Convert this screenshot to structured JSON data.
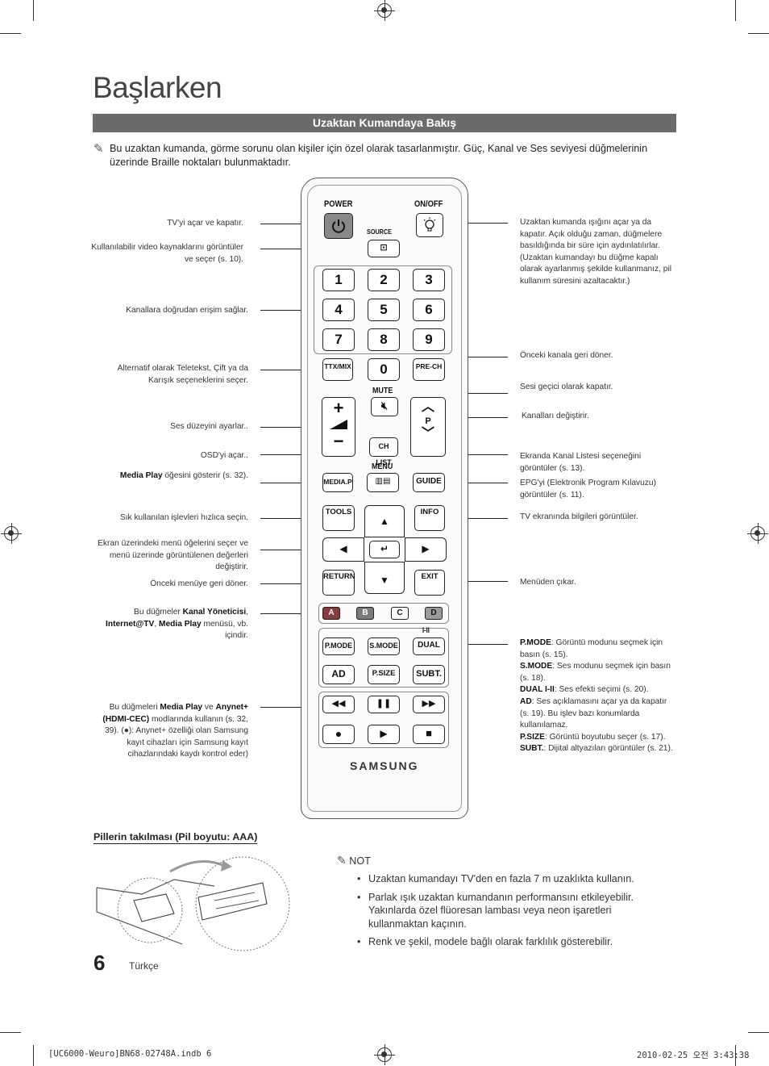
{
  "page_title": "Başlarken",
  "section_title": "Uzaktan Kumandaya Bakış",
  "intro": "Bu uzaktan kumanda, görme sorunu olan kişiler için özel olarak tasarlanmıştır. Güç, Kanal ve Ses seviyesi düğmelerinin üzerinde Braille noktaları bulunmaktadır.",
  "left_labels": {
    "power": "TV'yi açar ve kapatır.",
    "source": "Kullanılabilir video kaynaklarını görüntüler ve seçer (s. 10).",
    "numbers": "Kanallara doğrudan erişim sağlar.",
    "ttx": "Alternatif olarak Teletekst, Çift ya da Karışık seçeneklerini seçer.",
    "volume": "Ses düzeyini ayarlar..",
    "menu": "OSD'yi açar..",
    "mediap_bold": "Media Play",
    "mediap_rest": " öğesini gösterir (s. 32).",
    "tools": "Sık kullanılan işlevleri hızlıca seçin.",
    "nav": "Ekran üzerindeki menü öğelerini seçer ve menü üzerinde görüntülenen değerleri değiştirir.",
    "return": "Önceki menüye geri döner.",
    "color_pre": "Bu düğmeler ",
    "color_b1": "Kanal Yöneticisi",
    "color_sep1": ", ",
    "color_b2": "Internet@TV",
    "color_sep2": ", ",
    "color_b3": "Media Play",
    "color_post": " menüsü, vb. içindir.",
    "play_pre": "Bu düğmeleri ",
    "play_b1": "Media Play",
    "play_mid": " ve ",
    "play_b2": "Anynet+ (HDMI-CEC)",
    "play_post": " modlarında kullanın (s. 32, 39).",
    "play_rec": "(●): Anynet+ özelliği olan Samsung kayıt cihazları için Samsung kayıt cihazlarındaki kaydı kontrol eder)"
  },
  "right_labels": {
    "light": "Uzaktan kumanda ışığını açar ya da kapatır. Açık olduğu zaman, düğmelere basıldığında bir süre için aydınlatılırlar. (Uzaktan kumandayı bu düğme kapalı olarak ayarlanmış şekilde kullanmanız, pil kullanım süresini azaltacaktır.)",
    "prech": "Önceki kanala geri döner.",
    "mute": "Sesi geçici olarak kapatır.",
    "channel": "Kanalları değiştirir.",
    "chlist": "Ekranda Kanal Listesi seçeneğini görüntüler (s. 13).",
    "guide": "EPG'yi (Elektronik Program Kılavuzu) görüntüler (s. 11).",
    "info": "TV ekranında bilgileri görüntüler.",
    "exit": "Menüden çıkar.",
    "modes": [
      {
        "b": "P.MODE",
        "t": ": Görüntü modunu seçmek için basın (s. 15)."
      },
      {
        "b": "S.MODE",
        "t": ": Ses modunu seçmek için basın (s. 18)."
      },
      {
        "b": "DUAL I-II",
        "t": ": Ses efekti seçimi (s. 20)."
      },
      {
        "b": "AD",
        "t": ": Ses açıklamasını açar ya da kapatır (s. 19). Bu işlev bazı konumlarda kullanılamaz."
      },
      {
        "b": "P.SIZE",
        "t": ": Görüntü boyutubu seçer (s. 17)."
      },
      {
        "b": "SUBT.",
        "t": ": Dijital altyazıları görüntüler (s. 21)."
      }
    ]
  },
  "remote": {
    "power": "POWER",
    "onoff": "ON/OFF",
    "source": "SOURCE",
    "digits": [
      "1",
      "2",
      "3",
      "4",
      "5",
      "6",
      "7",
      "8",
      "9",
      "0"
    ],
    "ttx": "TTX/MIX",
    "prech": "PRE-CH",
    "mute": "MUTE",
    "p": "P",
    "chlist": "CH LIST",
    "menu": "MENU",
    "mediap": "MEDIA.P",
    "guide": "GUIDE",
    "tools": "TOOLS",
    "info": "INFO",
    "return": "RETURN",
    "exit": "EXIT",
    "colors": [
      "A",
      "B",
      "C",
      "D"
    ],
    "dual_top": "I-II",
    "pmode": "P.MODE",
    "smode": "S.MODE",
    "dual": "DUAL",
    "ad": "AD",
    "psize": "P.SIZE",
    "subt": "SUBT.",
    "brand": "SAMSUNG"
  },
  "battery_title": "Pillerin takılması (Pil boyutu: AAA)",
  "notes": {
    "heading": "NOT",
    "items": [
      "Uzaktan kumandayı TV'den en fazla 7 m uzaklıkta kullanın.",
      "Parlak ışık uzaktan kumandanın performansını etkileyebilir. Yakınlarda özel flüoresan lambası veya neon işaretleri kullanmaktan kaçının.",
      "Renk ve şekil, modele bağlı olarak farklılık gösterebilir."
    ]
  },
  "page_number": "6",
  "language": "Türkçe",
  "footer_left": "[UC6000-Weuro]BN68-02748A.indb  6",
  "footer_right": "2010-02-25  오전 3:43:38",
  "colors": {
    "section_bar": "#6b6b6b",
    "color_btn_a": "#8a3a3a",
    "color_btn_b": "#7a7a7a",
    "color_btn_c": "#ffffff",
    "color_btn_d": "#9a9a9a"
  }
}
